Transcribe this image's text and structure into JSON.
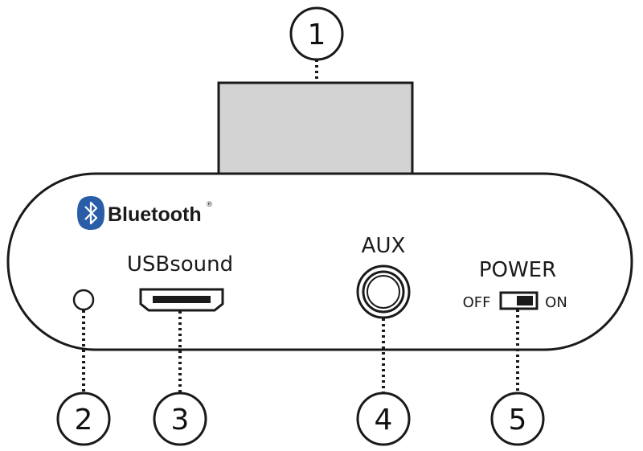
{
  "brand": {
    "name": "Bluetooth",
    "registered": "®",
    "color": "#2a5da8"
  },
  "labels": {
    "usb": "USBsound",
    "aux": "AUX",
    "power": "POWER",
    "off": "OFF",
    "on": "ON"
  },
  "callouts": [
    "1",
    "2",
    "3",
    "4",
    "5"
  ],
  "icons": [
    "bluetooth-icon"
  ]
}
